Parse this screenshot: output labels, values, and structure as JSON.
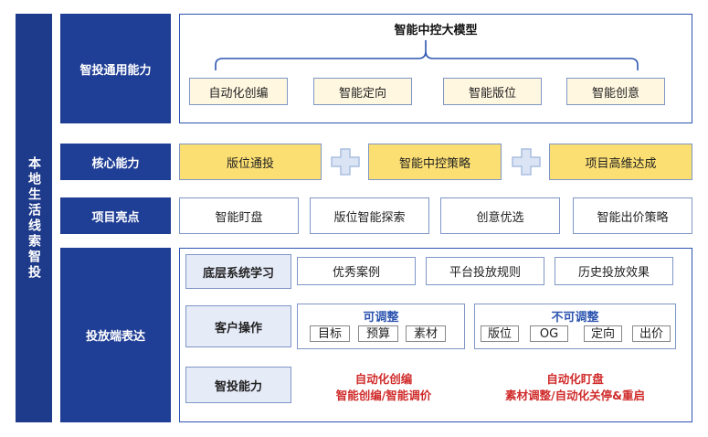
{
  "sidebar": {
    "title": "本地生活线索智投"
  },
  "rows": {
    "general": {
      "label": "智投通用能力",
      "model_title": "智能中控大模型",
      "items": [
        "自动化创编",
        "智能定向",
        "智能版位",
        "智能创意"
      ]
    },
    "core": {
      "label": "核心能力",
      "items": [
        "版位通投",
        "智能中控策略",
        "项目高维达成"
      ]
    },
    "highlights": {
      "label": "项目亮点",
      "items": [
        "智能盯盘",
        "版位智能探索",
        "创意优选",
        "智能出价策略"
      ]
    },
    "expression": {
      "label": "投放端表达",
      "system": {
        "label": "底层系统学习",
        "items": [
          "优秀案例",
          "平台投放规则",
          "历史投放效果"
        ]
      },
      "customer": {
        "label": "客户操作",
        "adjustable": {
          "title": "可调整",
          "items": [
            "目标",
            "预算",
            "素材"
          ]
        },
        "fixed": {
          "title": "不可调整",
          "items": [
            "版位",
            "OG",
            "定向",
            "出价"
          ]
        }
      },
      "ability": {
        "label": "智投能力",
        "left_lines": [
          "自动化创编",
          "智能创编/智能调价"
        ],
        "right_lines": [
          "自动化盯盘",
          "素材调整/自动化关停&重启"
        ]
      }
    }
  },
  "colors": {
    "navy": "#1f3e95",
    "yellow": "#fcdf72",
    "light_blue": "#e6ebf8",
    "red_text": "#d02b2b",
    "plus": "#a9bde0"
  }
}
